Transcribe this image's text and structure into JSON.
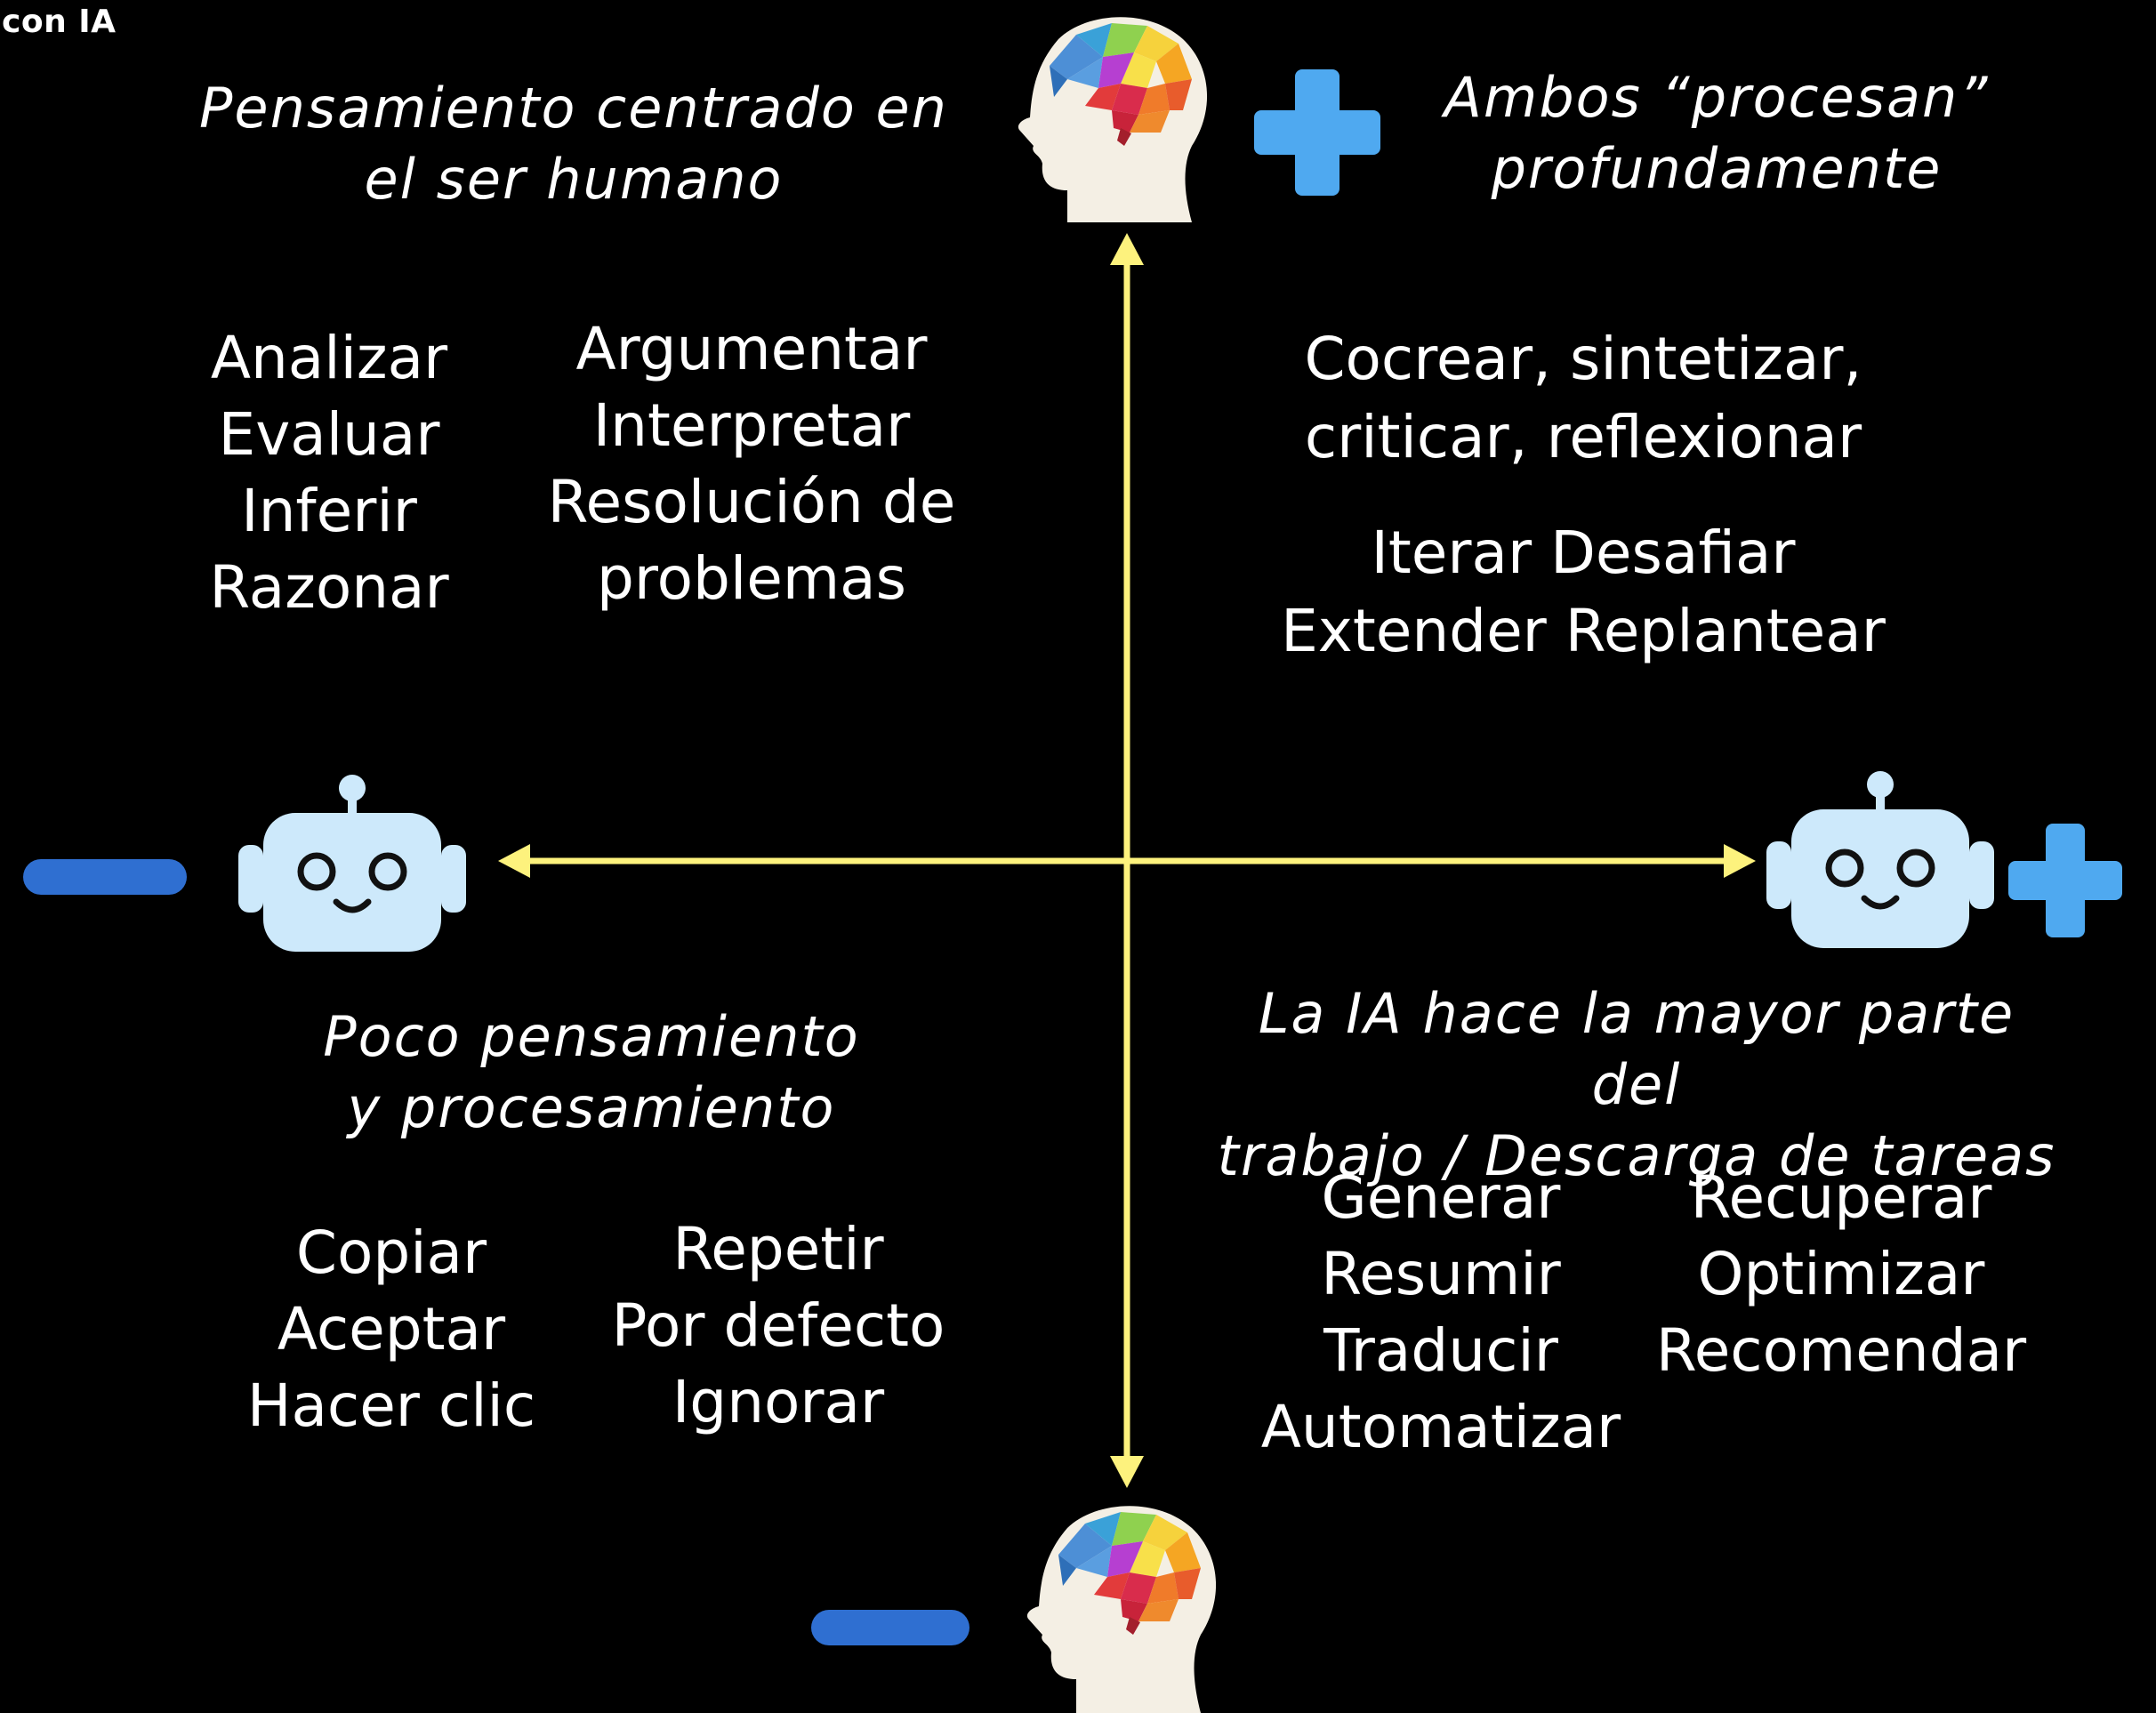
{
  "corner_title": "con IA",
  "colors": {
    "background": "#000000",
    "axis": "#fdf27d",
    "plus": "#4fa9f0",
    "minus": "#2f6fd1",
    "robot_face": "#cde9fb",
    "text": "#ffffff"
  },
  "axes": {
    "vertical_top_icon": "human-head-brain-icon",
    "vertical_top_sign": "plus-icon",
    "vertical_bottom_icon": "human-head-brain-icon",
    "vertical_bottom_sign": "minus-icon",
    "horizontal_left_icon": "robot-icon",
    "horizontal_left_sign": "minus-icon",
    "horizontal_right_icon": "robot-icon",
    "horizontal_right_sign": "plus-icon"
  },
  "top_left": {
    "heading_line1": "Pensamiento centrado en",
    "heading_line2": "el ser humano",
    "col1": [
      "Analizar",
      "Evaluar",
      "Inferir",
      "Razonar"
    ],
    "col2": [
      "Argumentar",
      "Interpretar",
      "Resolución de",
      "problemas"
    ]
  },
  "top_right": {
    "heading_line1": "Ambos “procesan”",
    "heading_line2": "profundamente",
    "para1_line1": "Cocrear, sintetizar,",
    "para1_line2": "criticar, reflexionar",
    "para2_line1": "Iterar Desafiar",
    "para2_line2": "Extender Replantear"
  },
  "bottom_left": {
    "heading_line1": "Poco pensamiento",
    "heading_line2": "y procesamiento",
    "col1": [
      "Copiar",
      "Aceptar",
      "Hacer clic"
    ],
    "col2": [
      "Repetir",
      "Por defecto",
      "Ignorar"
    ]
  },
  "bottom_right": {
    "heading_line1": "La IA hace la mayor parte del",
    "heading_line2": "trabajo / Descarga de tareas",
    "col1": [
      "Generar",
      "Resumir",
      "Traducir",
      "Automatizar"
    ],
    "col2": [
      "Recuperar",
      "Optimizar",
      "Recomendar"
    ]
  }
}
